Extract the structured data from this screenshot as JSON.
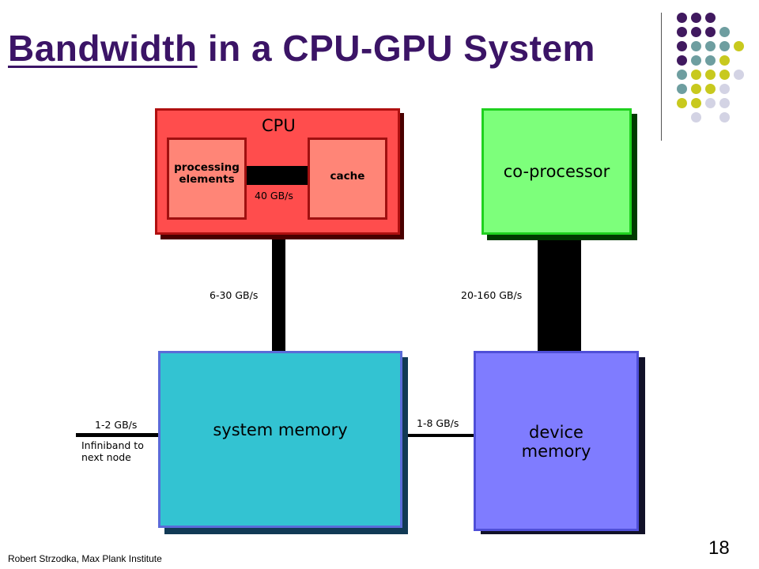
{
  "slide": {
    "title_underlined": "Bandwidth",
    "title_rest": " in a CPU-GPU System",
    "footer": "Robert Strzodka, Max Plank Institute",
    "page_number": "18"
  },
  "diagram": {
    "cpu": {
      "label": "CPU",
      "color": "#ff4d4d"
    },
    "processing_elements": {
      "label_line1": "processing",
      "label_line2": "elements",
      "color": "#ff8577"
    },
    "cache": {
      "label": "cache",
      "color": "#ff8577"
    },
    "coprocessor": {
      "label": "co-processor",
      "color": "#7dff7b"
    },
    "system_memory": {
      "label": "system memory",
      "color": "#33c3d2"
    },
    "device_memory": {
      "label_line1": "device",
      "label_line2": "memory",
      "color": "#7f7cff"
    },
    "links": {
      "pe_cache": "40 GB/s",
      "cpu_sysmem": "6-30 GB/s",
      "coproc_devmem": "20-160 GB/s",
      "sysmem_devmem": "1-8 GB/s",
      "infiniband_bw": "1-2 GB/s",
      "infiniband_line1": "Infiniband to",
      "infiniband_line2": "next node"
    }
  },
  "decor": {
    "dot_colors": {
      "purple": "#40195f",
      "teal": "#6e9ea0",
      "yellow": "#c8c91e",
      "lavender": "#d3d3e4"
    }
  }
}
